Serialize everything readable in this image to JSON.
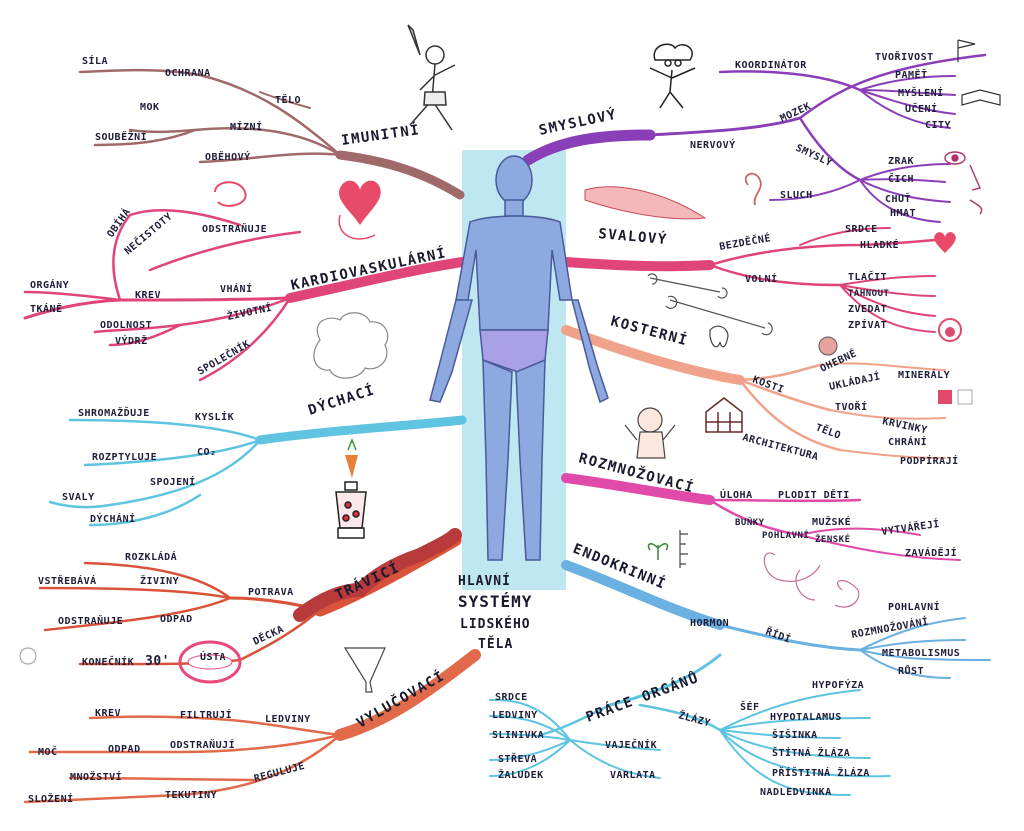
{
  "center": {
    "line1": "HLAVNÍ",
    "line2": "SYSTÉMY",
    "line3": "LIDSKÉHO",
    "line4": "TĚLA"
  },
  "colors": {
    "imunitni": "#a06a6a",
    "kardio": "#e0457a",
    "dychaci": "#5ec4e0",
    "traveci": "#d9533a",
    "vylucovaci": "#e06a4a",
    "smyslovy": "#8a3fb8",
    "svalovy": "#e0457a",
    "kosterni": "#f0a38a",
    "rozmnozovaci": "#e04aa8",
    "endokrinni": "#6ab0e0",
    "prace": "#5ec4e0"
  },
  "icons": [
    "running-man-icon",
    "heart-icon",
    "lungs-icon",
    "carrot-icon",
    "blender-icon",
    "mouth-icon",
    "funnel-icon",
    "brain-man-icon",
    "book-icon",
    "eye-icon",
    "ear-icon",
    "muscle-icon",
    "bone-icon",
    "tooth-icon",
    "baby-icon",
    "house-icon",
    "plant-icon",
    "faces-icon",
    "flag-icon",
    "human-body-icon"
  ],
  "branches": {
    "imunitni": {
      "label": "IMUNITNÍ",
      "items": [
        "SÍLA",
        "OCHRANA",
        "TĚLO",
        "MOK",
        "MÍZNÍ",
        "SOUBĚŽNÍ",
        "OBĚHOVÝ"
      ]
    },
    "kardio": {
      "label": "KARDIOVASKULÁRNÍ",
      "items": [
        "OBÍHÁ",
        "NEČISTOTY",
        "ODSTRAŇUJE",
        "ORGÁNY",
        "TKÁNĚ",
        "KREV",
        "VHÁNÍ",
        "ODOLNOST",
        "ŽIVOTNÍ",
        "VÝDRŽ",
        "SPOLEČNÍK"
      ]
    },
    "dychaci": {
      "label": "DÝCHACÍ",
      "items": [
        "SHROMAŽĎUJE",
        "KYSLÍK",
        "ROZPTYLUJE",
        "CO₂",
        "SPOJENÍ",
        "SVALY",
        "DÝCHÁNÍ"
      ]
    },
    "traveci": {
      "label": "TRÁVICÍ",
      "items": [
        "ROZKLÁDÁ",
        "VSTŘEBÁVÁ",
        "ŽIVINY",
        "POTRAVA",
        "ODSTRAŇUJE",
        "ODPAD",
        "KONEČNÍK",
        "30'",
        "ÚSTA",
        "DĚCKA"
      ]
    },
    "vylucovaci": {
      "label": "VYLUČOVACÍ",
      "items": [
        "KREV",
        "FILTRUJÍ",
        "LEDVINY",
        "MOČ",
        "ODPAD",
        "ODSTRAŇUJÍ",
        "MNOŽSTVÍ",
        "REGULUJE",
        "SLOŽENÍ",
        "TEKUTINY"
      ]
    },
    "smyslovy": {
      "label": "SMYSLOVÝ",
      "items": [
        "KOORDINÁTOR",
        "MOZEK",
        "TVOŘIVOST",
        "PAMĚŤ",
        "MYŠLENÍ",
        "UČENÍ",
        "CITY",
        "NERVOVÝ",
        "SMYSLY",
        "ZRAK",
        "ČICH",
        "SLUCH",
        "CHUŤ",
        "HMAT"
      ]
    },
    "svalovy": {
      "label": "SVALOVÝ",
      "items": [
        "BEZDĚČNÉ",
        "SRDCE",
        "HLADKÉ",
        "VOLNÍ",
        "TLAČIT",
        "TÁHNOUT",
        "ZVEDAT",
        "ZPÍVAT"
      ]
    },
    "kosterni": {
      "label": "KOSTERNÍ",
      "items": [
        "KOSTI",
        "OHEBNÉ",
        "UKLÁDAJÍ",
        "MINERÁLY",
        "TVOŘÍ",
        "KRVINKY",
        "TĚLO",
        "CHRÁNÍ",
        "ARCHITEKTURA",
        "PODPÍRAJÍ"
      ]
    },
    "rozmnozovaci": {
      "label": "ROZMNOŽOVACÍ",
      "items": [
        "ÚLOHA",
        "PLODIT DĚTI",
        "BUŇKY",
        "POHLAVNÍ",
        "ŽENSKÉ",
        "MUŽSKÉ",
        "VYTVÁŘEJÍ",
        "ZAVÁDĚJÍ"
      ]
    },
    "endokrinni": {
      "label": "ENDOKRINNÍ",
      "items": [
        "HORMON",
        "ŘÍDÍ",
        "POHLAVNÍ",
        "ROZMNOŽOVÁNÍ",
        "METABOLISMUS",
        "RŮST"
      ]
    },
    "prace": {
      "label": "PRÁCE ORGÁNŮ",
      "items": [
        "SRDCE",
        "LEDVINY",
        "SLINIVKA",
        "STŘEVA",
        "ŽALUDEK",
        "VAJEČNÍK",
        "VARLATA",
        "ŽLÁZY",
        "ŠÉF",
        "HYPOFÝZA",
        "HYPOTALAMUS",
        "ŠIŠINKA",
        "ŠTÍTNÁ ŽLÁZA",
        "PŘÍŠTITNÁ ŽLÁZA",
        "NADLEDVINKA"
      ]
    }
  }
}
